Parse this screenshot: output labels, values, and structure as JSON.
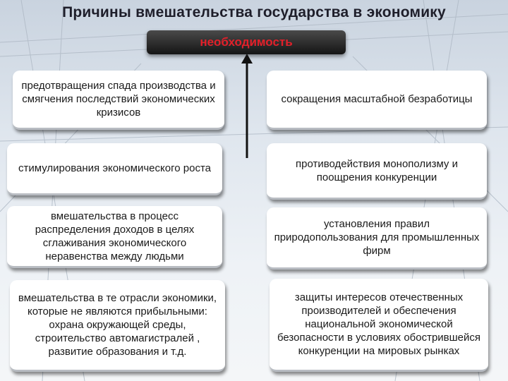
{
  "title": "Причины вмешательства государства в экономику",
  "header": "необходимость",
  "left_items": [
    "предотвращения спада производства и смягчения последствий экономических кризисов",
    "стимулирования экономического роста",
    "вмешательства в процесс распределения доходов в целях сглаживания экономического неравенства между людьми",
    "вмешательства в те отрасли экономики, которые не являются прибыльными: охрана окружающей среды, строительство автомагистралей , развитие образования и т.д."
  ],
  "right_items": [
    "сокращения масштабной безработицы",
    "противодействия монополизму и поощрения конкуренции",
    "установления правил природопользования для промышленных фирм",
    "защиты интересов отечественных производителей и обеспечения национальной экономической безопасности в условиях обострившейся конкуренции на мировых рынках"
  ],
  "colors": {
    "header_text": "#e3202a",
    "header_bg": "#1f1f1f",
    "card_bg": "#ffffff",
    "arrow": "#111111"
  }
}
